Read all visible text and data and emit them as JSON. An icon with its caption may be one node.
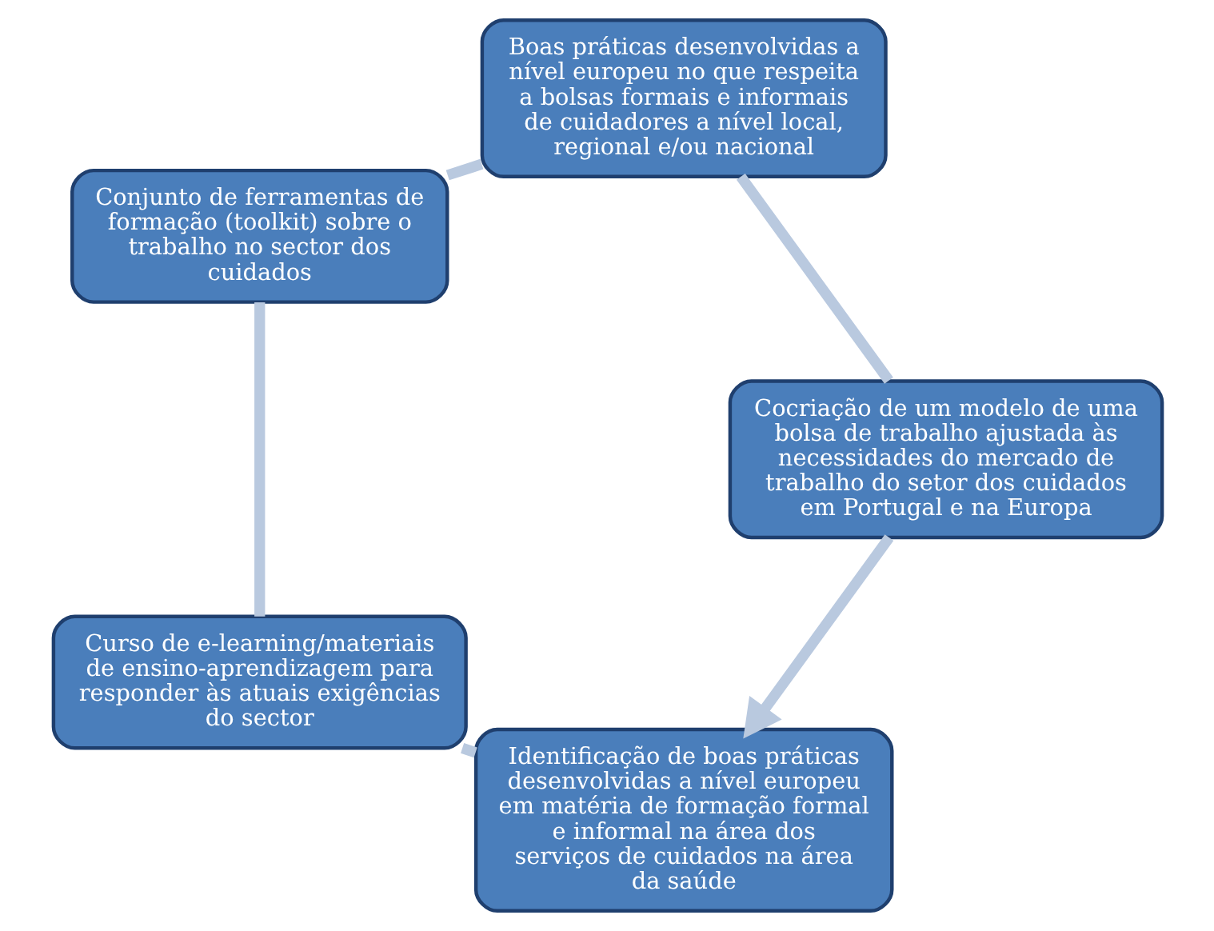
{
  "diagram": {
    "nodes": [
      {
        "text": [
          "Identificação de boas práticas desenvolvidas a nível europeu em matéria de formação formal e informal na área dos serviços de cuidados na área da saúde"
        ]
      },
      {
        "text": [
          "Curso de e-learning/materiais de ensino-aprendizagem para responder às atuais exigências do sector"
        ]
      },
      {
        "text": [
          "Conjunto de ferramentas de formação (toolkit) sobre o trabalho no sector dos cuidados"
        ]
      },
      {
        "text": [
          "Boas práticas desenvolvidas a nível europeu no que respeita a bolsas formais e informais de cuidadores a nível local, regional e/ou nacional"
        ]
      },
      {
        "text": [
          "Cocriação de um modelo de uma bolsa de trabalho ajustada às necessidades do mercado de trabalho do setor dos cuidados em Portugal e na Europa"
        ]
      }
    ],
    "edges": [
      {
        "from": 0,
        "to": 1,
        "arrow": "none"
      },
      {
        "from": 1,
        "to": 2,
        "arrow": "none"
      },
      {
        "from": 2,
        "to": 3,
        "arrow": "none"
      },
      {
        "from": 3,
        "to": 4,
        "arrow": "none"
      },
      {
        "from": 4,
        "to": 0,
        "arrow": "to"
      }
    ]
  }
}
